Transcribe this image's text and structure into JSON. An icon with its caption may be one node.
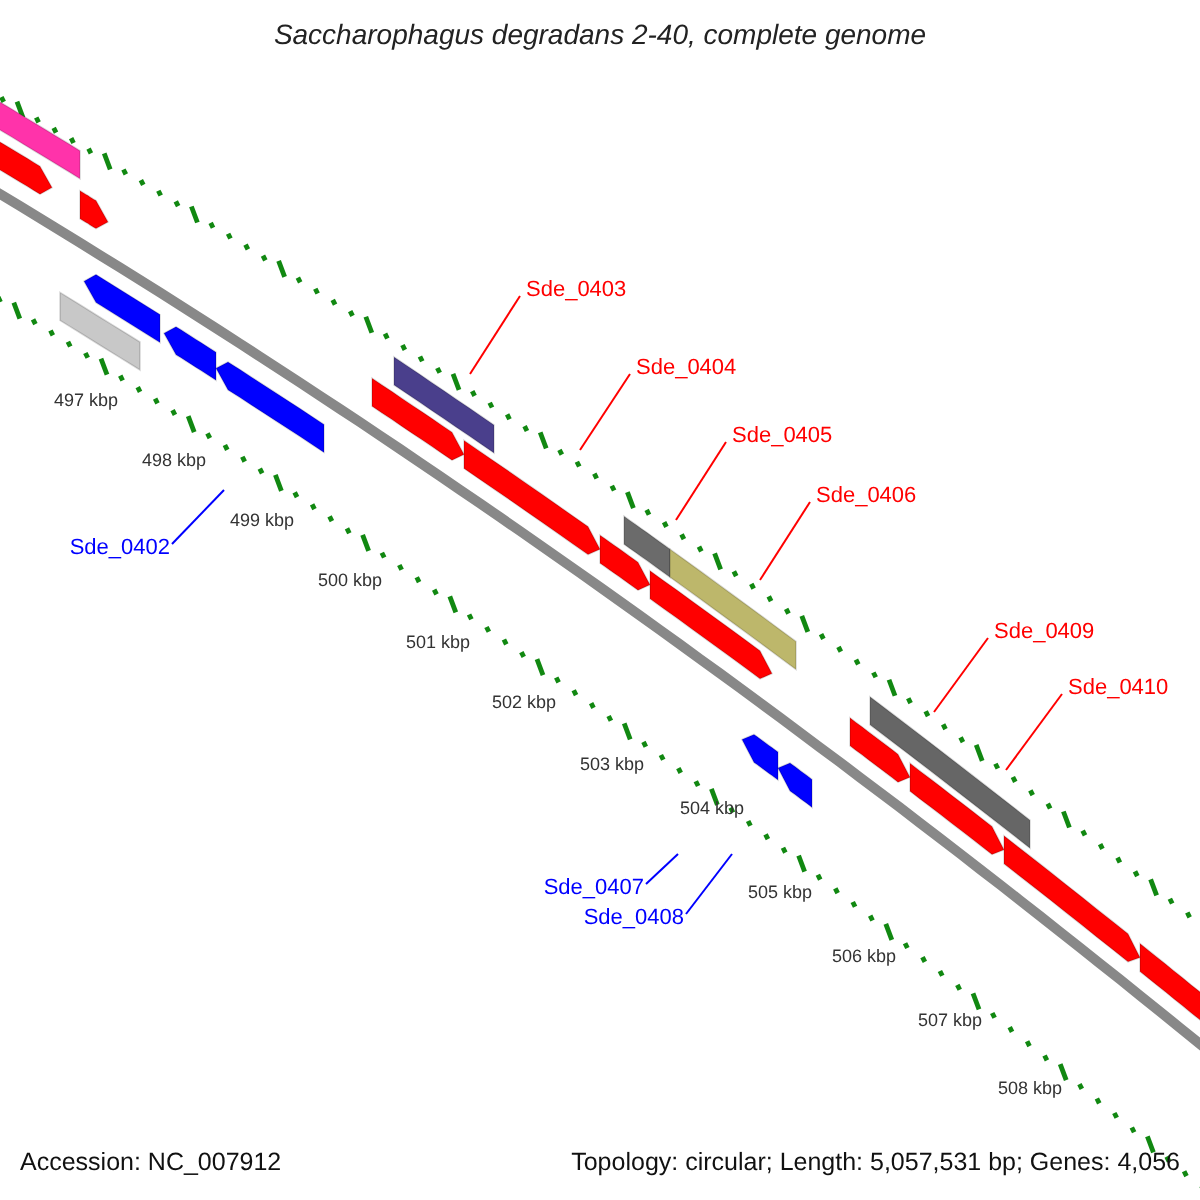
{
  "diagram": {
    "title": "Saccharophagus degradans 2-40, complete genome",
    "nodes": [
      {
        "text": [
          "Sde_0402"
        ]
      },
      {
        "text": [
          "Sde_0403"
        ]
      },
      {
        "text": [
          "Sde_0404"
        ]
      },
      {
        "text": [
          "Sde_0405"
        ]
      },
      {
        "text": [
          "Sde_0406"
        ]
      },
      {
        "text": [
          "Sde_0407"
        ]
      },
      {
        "text": [
          "Sde_0408"
        ]
      },
      {
        "text": [
          "Sde_0409"
        ]
      },
      {
        "text": [
          "Sde_0410"
        ]
      }
    ],
    "edges": [
      {
        "from": 0,
        "to": null,
        "arrow": "none",
        "color": "#0000ff"
      },
      {
        "from": 1,
        "to": null,
        "arrow": "none"
      },
      {
        "from": 2,
        "to": null,
        "arrow": "none"
      },
      {
        "from": 3,
        "to": null,
        "arrow": "none"
      },
      {
        "from": 4,
        "to": null,
        "arrow": "none"
      },
      {
        "from": 5,
        "to": null,
        "arrow": "none",
        "color": "#0000ff"
      },
      {
        "from": 6,
        "to": null,
        "arrow": "none",
        "color": "#0000ff"
      },
      {
        "from": 7,
        "to": null,
        "arrow": "none"
      },
      {
        "from": 8,
        "to": null,
        "arrow": "none"
      }
    ],
    "labels": [
      "497 kbp",
      "498 kbp",
      "499 kbp",
      "500 kbp",
      "501 kbp",
      "502 kbp",
      "503 kbp",
      "504 kbp",
      "505 kbp",
      "506 kbp",
      "507 kbp",
      "508 kbp",
      "Accession: NC_007912",
      "Topology: circular; Length: 5,057,531 bp; Genes: 4,056"
    ]
  }
}
